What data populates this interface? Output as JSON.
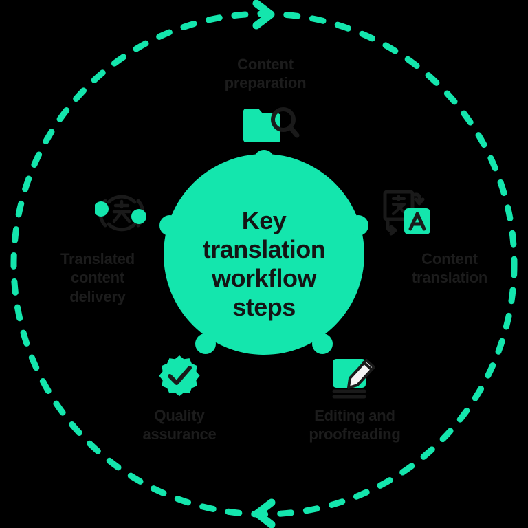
{
  "diagram": {
    "title": "Key translation workflow steps",
    "center_label_lines": "Key\ntranslation\nworkflow\nsteps",
    "type": "cycle-diagram",
    "direction": "clockwise",
    "colors": {
      "background": "#000000",
      "accent": "#14E6AD",
      "hub_fill": "#14E6AD",
      "text": "#1c1c1c",
      "icon_dark": "#1a1a1a",
      "icon_light": "#f4f4f4"
    },
    "outer_ring": {
      "style": "dashed",
      "arrow_top": "arrow-right",
      "arrow_bottom": "arrow-left"
    },
    "steps": [
      {
        "id": "content-preparation",
        "label": "Content\npreparation",
        "icon": "folder-search-icon",
        "position": "top"
      },
      {
        "id": "content-translation",
        "label": "Content\ntranslation",
        "icon": "translate-language-icon",
        "position": "right"
      },
      {
        "id": "editing-and-proofreading",
        "label": "Editing and\nproofreading",
        "icon": "document-pencil-icon",
        "position": "bottom-right"
      },
      {
        "id": "quality-assurance",
        "label": "Quality\nassurance",
        "icon": "verified-check-badge-icon",
        "position": "bottom-left"
      },
      {
        "id": "translated-content-delivery",
        "label": "Translated\ncontent\ndelivery",
        "icon": "globe-translate-network-icon",
        "position": "left"
      }
    ]
  }
}
